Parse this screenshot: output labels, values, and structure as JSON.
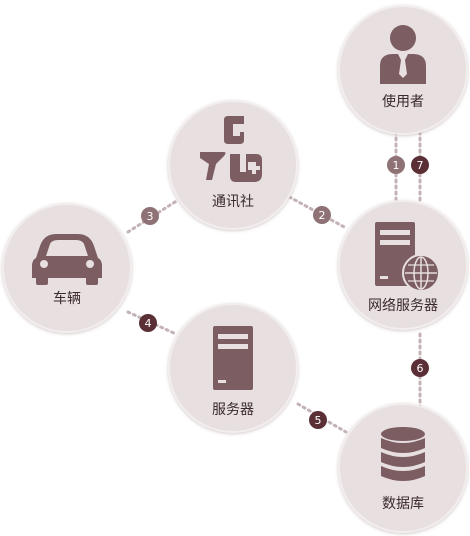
{
  "colors": {
    "node_fill": "#e8dfe0",
    "node_shadow": "#d4c6c8",
    "icon": "#7b5d62",
    "connector": "#c4b3b6",
    "badge_light": "#8f7276",
    "badge_dark": "#5a2f35"
  },
  "nodes": {
    "user": {
      "label": "使用者",
      "icon": "user-icon"
    },
    "comm": {
      "label": "通讯社",
      "icon": "telecom-logos-icon"
    },
    "network_server": {
      "label": "网络服务器",
      "icon": "server-globe-icon"
    },
    "vehicle": {
      "label": "车辆",
      "icon": "car-icon"
    },
    "server": {
      "label": "服务器",
      "icon": "server-icon"
    },
    "database": {
      "label": "数据库",
      "icon": "database-icon"
    }
  },
  "badges": {
    "b1": "1",
    "b2": "2",
    "b3": "3",
    "b4": "4",
    "b5": "5",
    "b6": "6",
    "b7": "7"
  }
}
